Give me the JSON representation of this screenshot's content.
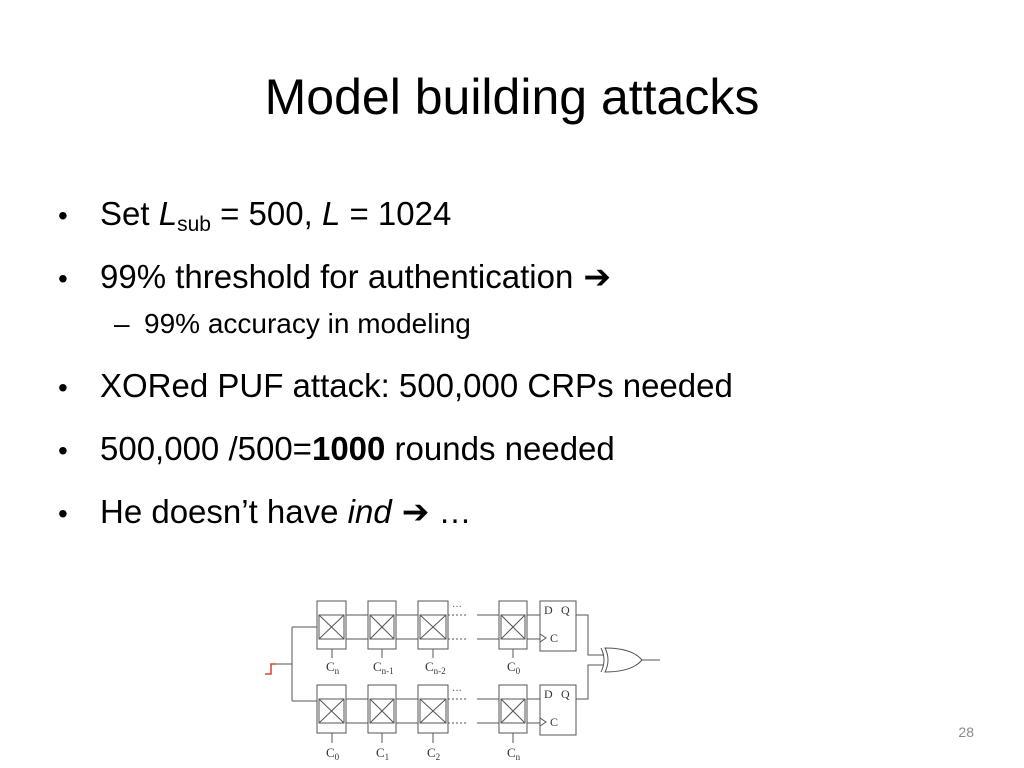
{
  "slide": {
    "title": "Model building attacks",
    "page_number": "28"
  },
  "bullets": {
    "b1": {
      "prefix": "Set ",
      "var1": "L",
      "var1_sub": "sub",
      "mid": " = 500, ",
      "var2": "L",
      "suffix": " = 1024"
    },
    "b2": {
      "text": "99% threshold for authentication",
      "arrow": "➔"
    },
    "b2_sub": {
      "dash": "–",
      "text": "99% accuracy in modeling"
    },
    "b3": {
      "text": "XORed PUF attack: 500,000 CRPs needed"
    },
    "b4": {
      "prefix": "500,000 /500=",
      "bold": "1000",
      "suffix": " rounds needed"
    },
    "b5": {
      "prefix": "He doesn’t have ",
      "italic": "ind",
      "arrow": "➔",
      "suffix": " …"
    }
  },
  "figure": {
    "top_row_labels": [
      "C",
      "C",
      "C",
      "C"
    ],
    "top_row_subs": [
      "n",
      "n-1",
      "n-2",
      "0"
    ],
    "bottom_row_labels": [
      "C",
      "C",
      "C",
      "C"
    ],
    "bottom_row_subs": [
      "0",
      "1",
      "2",
      "n"
    ],
    "flipflop_d": "D",
    "flipflop_q": "Q",
    "flipflop_c": "C",
    "ellipsis": "···"
  },
  "colors": {
    "pulse": "#d9442b",
    "page_number": "#8a8a8a"
  }
}
